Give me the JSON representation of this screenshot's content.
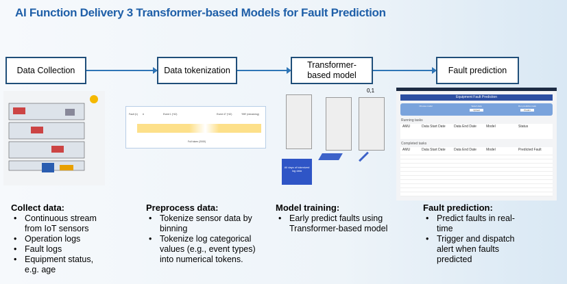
{
  "title": "AI Function Delivery 3 Transformer-based Models for Fault Prediction",
  "pipeline": [
    {
      "label": "Data Collection"
    },
    {
      "label": "Data tokenization"
    },
    {
      "label": "Transformer-based model"
    },
    {
      "label": "Fault prediction"
    }
  ],
  "tokenization_figure": {
    "fault_label": "Fault (1)",
    "hash_label": "#",
    "event1_label": "Event 1 (*42)",
    "event47_label": "Event 47 (*42)",
    "remaining_label": "'999' (remaining)",
    "full_label": "Full token (2000)"
  },
  "transformer_figure": {
    "output_label": "0,1",
    "input_label": "All days of tokenized log data"
  },
  "app_figure": {
    "header": "Equipment Fault Prediction",
    "choose_model": "Choose model",
    "select_data": "Select data",
    "run_task": "Run prediction task",
    "upload": "Upload",
    "predict": "Predict",
    "running_tasks": "Running tasks",
    "completed_tasks": "Completed tasks",
    "columns": [
      "AMU",
      "Data Start Date",
      "Data End Date",
      "Model",
      "Status"
    ],
    "completed_columns": [
      "AMU",
      "Data Start Date",
      "Data End Date",
      "Model",
      "Predicted Fault"
    ]
  },
  "columns": [
    {
      "heading": "Collect data:",
      "bullets": [
        "Continuous stream from IoT sensors",
        "Operation logs",
        "Fault logs",
        "Equipment status, e.g. age"
      ]
    },
    {
      "heading": "Preprocess data:",
      "bullets": [
        "Tokenize sensor data by binning",
        "Tokenize log categorical values (e.g., event types) into numerical tokens."
      ]
    },
    {
      "heading": "Model training:",
      "bullets": [
        "Early predict faults using Transformer-based model"
      ]
    },
    {
      "heading": "Fault prediction:",
      "bullets": [
        "Predict faults in real-time",
        "Trigger and dispatch alert when faults predicted"
      ]
    }
  ],
  "colors": {
    "title": "#1f5fa8",
    "box_border": "#1f4e79",
    "arrow": "#2e75b6",
    "token_bar": "#fde08a"
  }
}
